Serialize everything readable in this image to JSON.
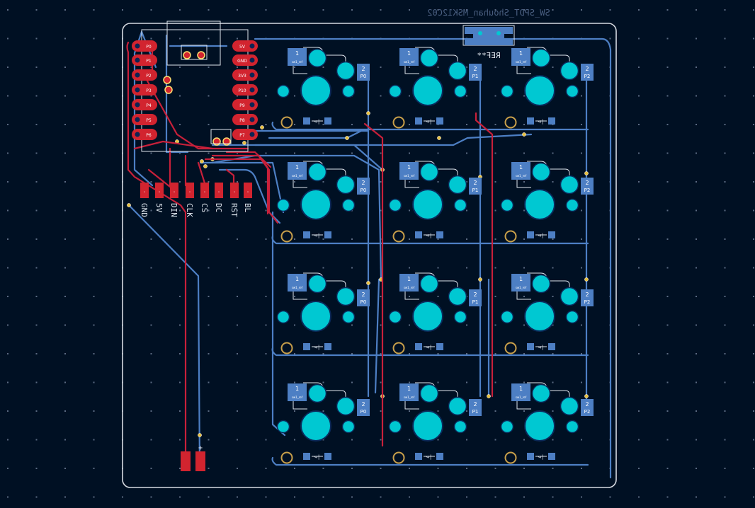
{
  "app": {
    "view": "PCB Editor"
  },
  "colors": {
    "background": "#001023",
    "grid_dot": "#5a6a82",
    "edge_cuts": "#d6dbe2",
    "front_copper": "#c8203a",
    "back_copper": "#4d7fc4",
    "back_pad": "#4d7fc4",
    "front_pad": "#d2242f",
    "plated_hole": "#00c8d2",
    "silkscreen": "#dfe6ee",
    "courtyard": "#c9a04a"
  },
  "board": {
    "power_switch": {
      "footprint_label": "SW_SPDT_Shouhan_MSK12C02",
      "reference_label": "REF**"
    },
    "mcu": {
      "left_pin_labels": [
        "P0",
        "P1",
        "P2",
        "P3",
        "P4",
        "P5",
        "P6"
      ],
      "right_pin_labels": [
        "5V",
        "GND",
        "3V3",
        "P10",
        "P9",
        "P8",
        "P7"
      ]
    },
    "display_header": {
      "pin_labels": [
        "GND",
        "5V",
        "DIN",
        "CLK",
        "CS",
        "DC",
        "RST",
        "BL"
      ]
    },
    "battery_pads": {
      "plus_label": "+"
    },
    "key_switches": {
      "pad1_label": "1",
      "pad2_label": "2",
      "ref_label": "sw1_ref",
      "column_net_labels": [
        "P0",
        "P1",
        "P2"
      ],
      "rows": 4,
      "columns": 3
    },
    "diodes": {
      "symbol": "⊲|"
    }
  }
}
